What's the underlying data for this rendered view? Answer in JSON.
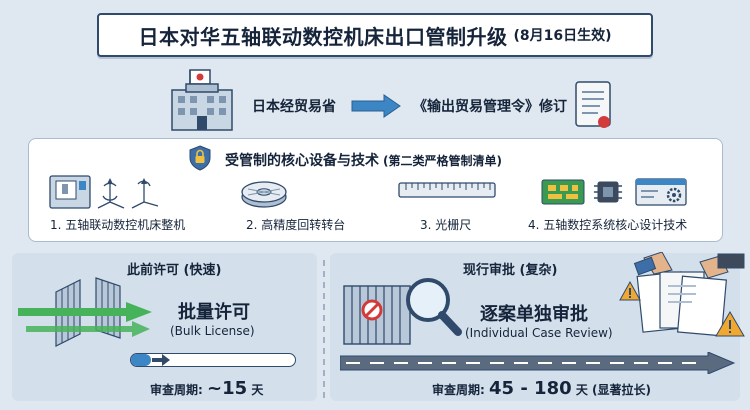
{
  "title": {
    "main": "日本对华五轴联动数控机床出口管制升级",
    "note": "(8月16日生效)"
  },
  "ministry": {
    "name": "日本经贸易省",
    "order": "《输出贸易管理令》修订"
  },
  "core": {
    "title": "受管制的核心设备与技术",
    "subtitle": "(第二类严格管制清单)",
    "items": [
      {
        "label": "1. 五轴联动数控机床整机",
        "icon": "cnc-machine-icon"
      },
      {
        "label": "2. 高精度回转转台",
        "icon": "rotary-table-icon"
      },
      {
        "label": "3. 光栅尺",
        "icon": "grating-scale-icon"
      },
      {
        "label": "4. 五轴数控系统核心设计技术",
        "icon": "cnc-system-icon"
      }
    ]
  },
  "previous": {
    "heading": "此前许可 (快速)",
    "type_cn": "批量许可",
    "type_en": "(Bulk License)",
    "period_label": "审查周期:",
    "period_value": "~15",
    "period_unit": "天",
    "progress": 0.12
  },
  "current": {
    "heading": "现行审批 (复杂)",
    "type_cn": "逐案单独审批",
    "type_en": "(Individual Case Review)",
    "period_label": "审查周期:",
    "period_value": "45 - 180",
    "period_unit": "天",
    "period_note": "(显著拉长)"
  },
  "colors": {
    "navy": "#2f4a6b",
    "accent_blue": "#3d86c6",
    "green_arrow": "#46b35a",
    "warning_orange": "#f0a830",
    "panel_bg": "#d3e0ec"
  }
}
